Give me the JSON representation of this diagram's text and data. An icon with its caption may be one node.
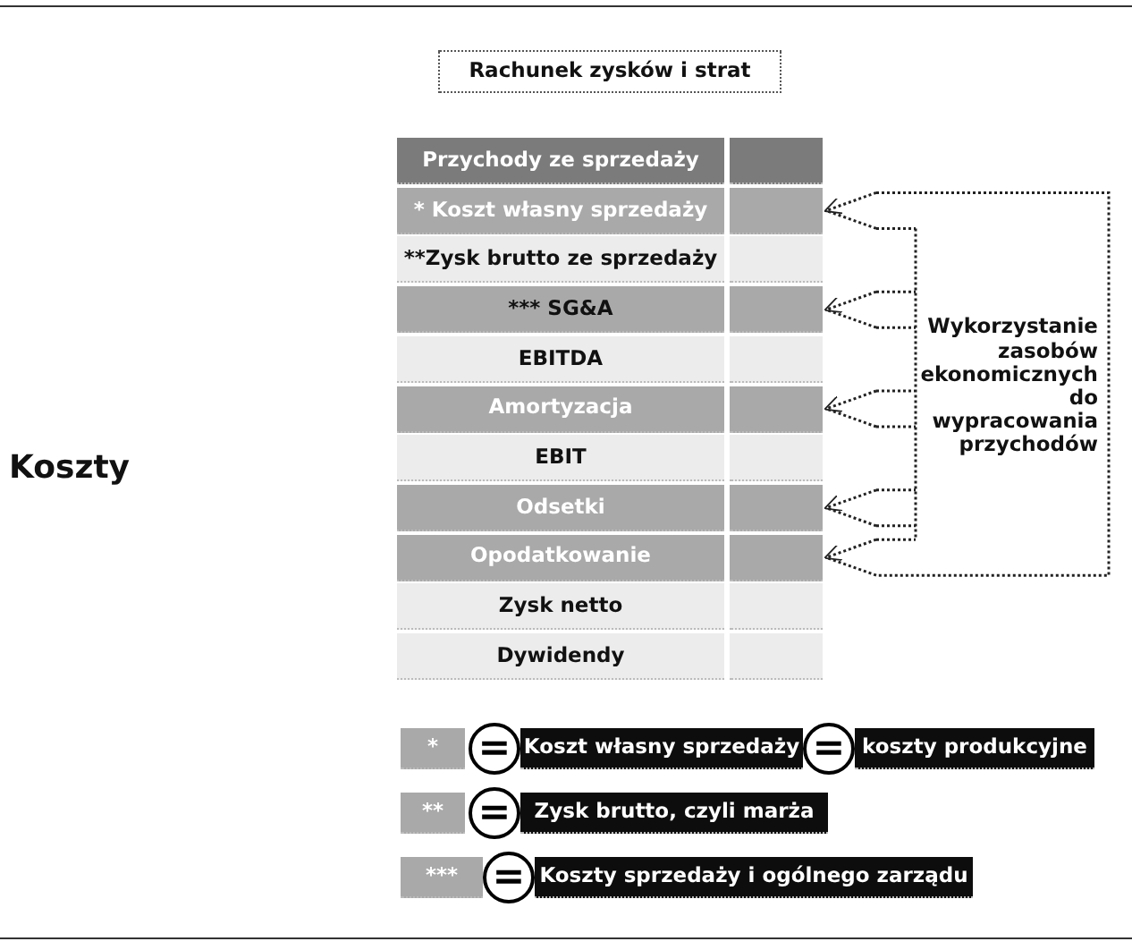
{
  "diagram": {
    "nodes": [
      {
        "text": [
          "Rachunek zysków i strat"
        ]
      },
      {
        "text": [
          "Przychody ze sprzedaży"
        ]
      },
      {
        "text": [
          "* Koszt własny sprzedaży"
        ]
      },
      {
        "text": [
          "**Zysk brutto ze sprzedaży"
        ]
      },
      {
        "text": [
          "*** SG&A"
        ]
      },
      {
        "text": [
          "EBITDA"
        ]
      },
      {
        "text": [
          "Amortyzacja"
        ]
      },
      {
        "text": [
          "EBIT"
        ]
      },
      {
        "text": [
          "Odsetki"
        ]
      },
      {
        "text": [
          "Opodatkowanie"
        ]
      },
      {
        "text": [
          "Zysk netto"
        ]
      },
      {
        "text": [
          "Dywidendy"
        ]
      },
      {
        "text": [],
        "shape": "box"
      },
      {
        "text": [],
        "shape": "box"
      },
      {
        "text": [],
        "shape": "box"
      },
      {
        "text": [],
        "shape": "box"
      },
      {
        "text": [],
        "shape": "box"
      },
      {
        "text": [],
        "shape": "box"
      },
      {
        "text": [],
        "shape": "box"
      },
      {
        "text": [],
        "shape": "box"
      },
      {
        "text": [],
        "shape": "box"
      },
      {
        "text": [],
        "shape": "box"
      },
      {
        "text": [],
        "shape": "box"
      },
      {
        "text": [
          "Wykorzystanie zasobów ekonomicznych do wypracowania przychodów"
        ]
      },
      {
        "text": [
          "*"
        ]
      },
      {
        "text": [
          "="
        ]
      },
      {
        "text": [
          "Koszt własny sprzedaży"
        ]
      },
      {
        "text": [
          "="
        ]
      },
      {
        "text": [
          "koszty produkcyjne"
        ]
      },
      {
        "text": [
          "**"
        ]
      },
      {
        "text": [
          "="
        ]
      },
      {
        "text": [
          "Zysk brutto, czyli marża"
        ]
      },
      {
        "text": [
          "***"
        ]
      },
      {
        "text": [
          "="
        ]
      },
      {
        "text": [
          "Koszty sprzedaży i ogólnego zarządu"
        ]
      }
    ],
    "edges": [
      {
        "from": 23,
        "to": 13,
        "arrow": "to",
        "style": "dashed"
      },
      {
        "from": 23,
        "to": 15,
        "arrow": "to",
        "style": "dashed"
      },
      {
        "from": 23,
        "to": 17,
        "arrow": "to",
        "style": "dashed"
      },
      {
        "from": 23,
        "to": 19,
        "arrow": "to",
        "style": "dashed"
      },
      {
        "from": 23,
        "to": 20,
        "arrow": "to",
        "style": "dashed"
      }
    ],
    "labels": [
      "Koszty"
    ]
  }
}
